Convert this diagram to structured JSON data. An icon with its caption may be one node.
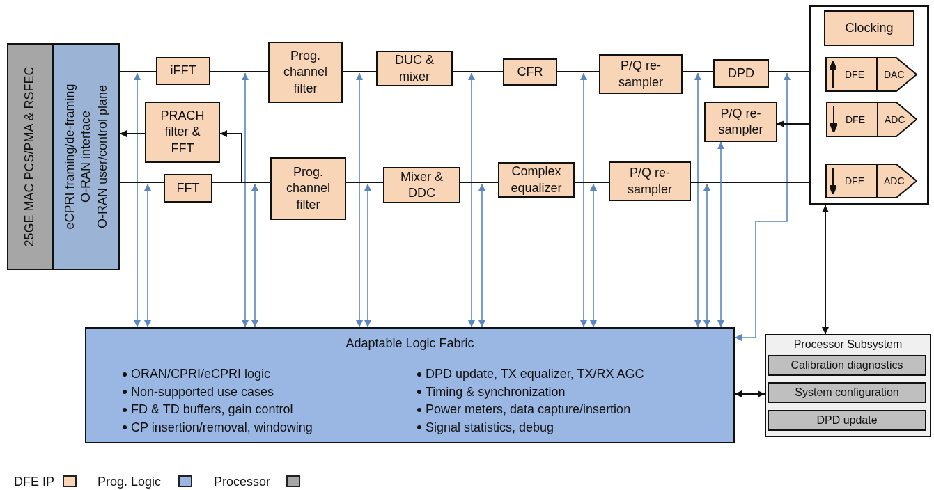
{
  "diagram": {
    "nodes": [
      {
        "text": [
          "25GE MAC PCS/PMA & RSFEC"
        ]
      },
      {
        "text": [
          "eCPRI framing/de-framing",
          "O-RAN interface",
          "O-RAN user/control plane"
        ]
      },
      {
        "text": [
          "iFFT"
        ]
      },
      {
        "text": [
          "Prog. channel filter"
        ]
      },
      {
        "text": [
          "DUC & mixer"
        ]
      },
      {
        "text": [
          "CFR"
        ]
      },
      {
        "text": [
          "P/Q re-sampler"
        ]
      },
      {
        "text": [
          "DPD"
        ]
      },
      {
        "text": [
          "PRACH filter & FFT"
        ]
      },
      {
        "text": [
          "P/Q re-sampler"
        ]
      },
      {
        "text": [
          "FFT"
        ]
      },
      {
        "text": [
          "Prog. channel filter"
        ]
      },
      {
        "text": [
          "Mixer & DDC"
        ]
      },
      {
        "text": [
          "Complex equalizer"
        ]
      },
      {
        "text": [
          "P/Q re-sampler"
        ]
      },
      {
        "text": [],
        "shape": "box"
      },
      {
        "text": [
          "Clocking"
        ],
        "in": 15
      },
      {
        "text": [
          "DFE",
          "DAC"
        ],
        "in": 15
      },
      {
        "text": [
          "DFE",
          "ADC"
        ],
        "in": 15
      },
      {
        "text": [
          "DFE",
          "ADC"
        ],
        "in": 15
      },
      {
        "text": [
          "Adaptable Logic Fabric",
          "ORAN/CPRI/eCPRI logic",
          "Non-supported use cases",
          "FD & TD buffers, gain control",
          "CP insertion/removal, windowing",
          "DPD update, TX equalizer, TX/RX AGC",
          "Timing & synchronization",
          "Power meters, data capture/insertion",
          "Signal statistics, debug"
        ]
      },
      {
        "text": [
          "Processor Subsystem"
        ]
      },
      {
        "text": [
          "Calibration diagnostics"
        ],
        "in": 21
      },
      {
        "text": [
          "System configuration"
        ],
        "in": 21
      },
      {
        "text": [
          "DPD update"
        ],
        "in": 21
      }
    ],
    "edges": [
      {
        "from": 1,
        "to": 2,
        "arrow": "none"
      },
      {
        "from": 2,
        "to": 3,
        "arrow": "none"
      },
      {
        "from": 3,
        "to": 4,
        "arrow": "none"
      },
      {
        "from": 4,
        "to": 5,
        "arrow": "none"
      },
      {
        "from": 5,
        "to": 6,
        "arrow": "none"
      },
      {
        "from": 6,
        "to": 7,
        "arrow": "none"
      },
      {
        "from": 7,
        "to": 17,
        "arrow": "to"
      },
      {
        "from": 18,
        "to": 9,
        "arrow": "to"
      },
      {
        "from": 8,
        "to": 1,
        "arrow": "to"
      },
      {
        "from": 11,
        "to": 8,
        "arrow": "to"
      },
      {
        "from": 19,
        "to": 14,
        "arrow": "none"
      },
      {
        "from": 14,
        "to": 13,
        "arrow": "none"
      },
      {
        "from": 13,
        "to": 12,
        "arrow": "none"
      },
      {
        "from": 12,
        "to": 11,
        "arrow": "none"
      },
      {
        "from": 11,
        "to": 10,
        "arrow": "none"
      },
      {
        "from": 10,
        "to": 1,
        "arrow": "none"
      },
      {
        "from": 15,
        "to": 21,
        "arrow": "both"
      },
      {
        "from": 20,
        "to": 21,
        "arrow": "both"
      },
      {
        "from": 20,
        "to": null,
        "arrow": "both",
        "color": "#5b87bd"
      },
      {
        "from": 20,
        "to": null,
        "arrow": "both",
        "color": "#5b87bd"
      },
      {
        "from": 20,
        "to": null,
        "arrow": "both",
        "color": "#5b87bd"
      },
      {
        "from": 20,
        "to": null,
        "arrow": "both",
        "color": "#5b87bd"
      },
      {
        "from": 20,
        "to": null,
        "arrow": "both",
        "color": "#5b87bd"
      },
      {
        "from": 20,
        "to": null,
        "arrow": "both",
        "color": "#5b87bd"
      },
      {
        "from": 20,
        "to": null,
        "arrow": "both",
        "color": "#5b87bd"
      },
      {
        "from": 20,
        "to": null,
        "arrow": "both",
        "color": "#5b87bd"
      },
      {
        "from": 20,
        "to": null,
        "arrow": "both",
        "color": "#5b87bd"
      },
      {
        "from": 20,
        "to": null,
        "arrow": "both",
        "color": "#5b87bd"
      },
      {
        "from": 20,
        "to": null,
        "arrow": "both",
        "color": "#5b87bd"
      },
      {
        "from": 20,
        "to": null,
        "arrow": "both",
        "color": "#5b87bd"
      },
      {
        "from": 20,
        "to": 9,
        "arrow": "both",
        "color": "#5b87bd"
      },
      {
        "from": 20,
        "to": null,
        "arrow": "both",
        "color": "#5b87bd"
      }
    ],
    "legend": [
      {
        "text": "DFE IP",
        "color": "#f9d5b8"
      },
      {
        "text": "Prog. Logic",
        "color": "#9ab7e3"
      },
      {
        "text": "Processor",
        "color": "#a6a6a6"
      }
    ]
  }
}
